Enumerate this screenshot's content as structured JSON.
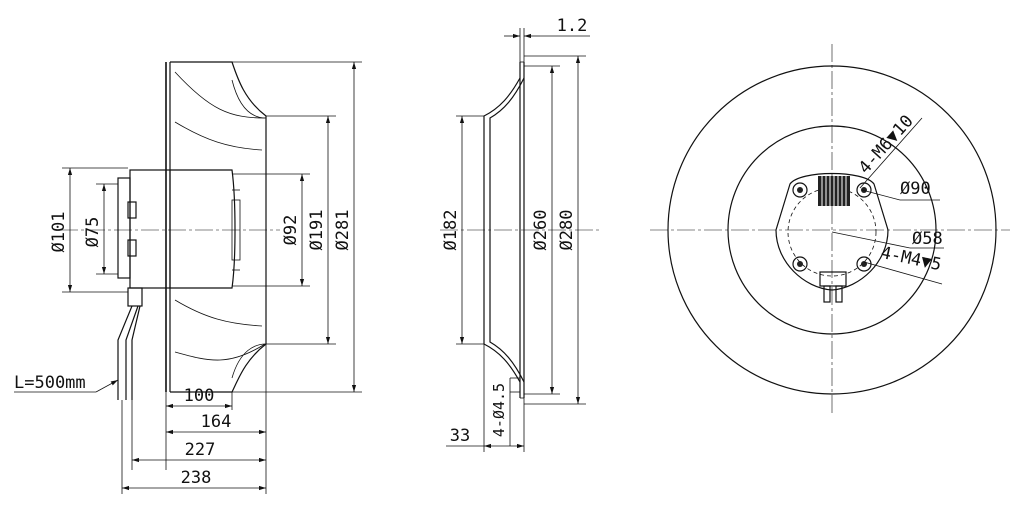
{
  "side_view": {
    "diameters": {
      "d101": "Ø101",
      "d75": "Ø75",
      "d92": "Ø92",
      "d191": "Ø191",
      "d281": "Ø281"
    },
    "cable_length": "L=500mm",
    "lengths": {
      "l100": "100",
      "l164": "164",
      "l227": "227",
      "l238": "238"
    }
  },
  "section_view": {
    "top_offset": "1.2",
    "diameters": {
      "d182": "Ø182",
      "d260": "Ø260",
      "d280": "Ø280"
    },
    "holes": "4-Ø4.5",
    "depth": "33"
  },
  "front_view": {
    "thread_m6": "4-M6▼10",
    "thread_m4": "4-M4▼5",
    "d90": "Ø90",
    "d58": "Ø58"
  }
}
